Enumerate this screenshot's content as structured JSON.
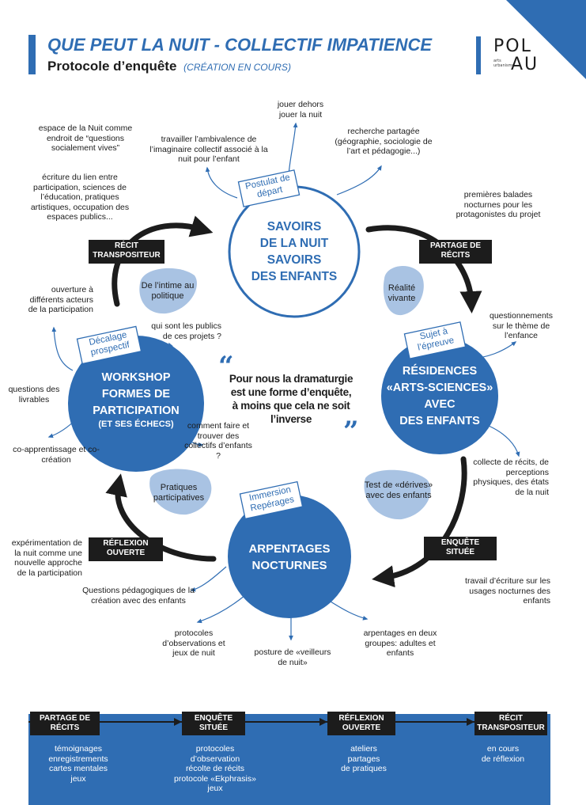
{
  "header": {
    "title": "QUE PEUT LA NUIT - COLLECTIF IMPATIENCE",
    "subtitle": "Protocole d’enquête",
    "subtitle_tag": "(CRÉATION EN COURS)",
    "logo_text": "POLAU",
    "logo_top": "POL",
    "logo_bottom": "AU",
    "logo_small": "arts urbanisme"
  },
  "colors": {
    "accent": "#2f6db3",
    "dark": "#1c1c1c",
    "blob": "#a9c3e3",
    "footer": "#2f6db3"
  },
  "nodes": {
    "top": {
      "title": [
        "SAVOIRS",
        "DE LA NUIT",
        "SAVOIRS",
        "DES ENFANTS"
      ],
      "caption": "Postulat de départ"
    },
    "right": {
      "title": [
        "RÉSIDENCES",
        "«ARTS-SCIENCES»",
        "AVEC",
        "DES ENFANTS"
      ],
      "caption": "Sujet à l’épreuve"
    },
    "bottom": {
      "title": [
        "ARPENTAGES",
        "NOCTURNES"
      ],
      "caption": "Immersion Repérages"
    },
    "left": {
      "title": [
        "WORKSHOP",
        "FORMES DE",
        "PARTICIPATION"
      ],
      "title_small": "(ET SES ÉCHECS)",
      "caption": "Décalage prospectif"
    }
  },
  "transitions": {
    "partage": "PARTAGE DE RÉCITS",
    "enquete": "ENQUÊTE SITUÉE",
    "reflexion": "RÉFLEXION OUVERTE",
    "recit": "RÉCIT TRANSPOSITEUR"
  },
  "blobs": {
    "realite": "Réalité vivante",
    "intime": "De l’intime au politique",
    "derives": "Test de «dérives» avec des enfants",
    "pratiques": "Pratiques participatives"
  },
  "quote": "Pour nous la dramaturgie est une forme d’enquête, à moins que cela ne soit l’inverse",
  "annotations": {
    "jouer": "jouer dehors jouer la nuit",
    "recherche": "recherche partagée (géographie, sociologie de l’art et pédagogie...)",
    "travailler": "travailler l’ambivalence de l’imaginaire collectif associé à la nuit pour l’enfant",
    "espace": "espace de la Nuit comme endroit de “questions socialement vives”",
    "ecriture_lien": "écriture du lien entre participation, sciences de l’éducation, pratiques artistiques, occupation des espaces publics...",
    "premieres": "premières balades nocturnes pour les protagonistes du projet",
    "questionnements": "questionnements sur le thème de l’enfance",
    "collecte": "collecte de récits, de perceptions physiques, des états de la nuit",
    "travail": "travail d’écriture sur les usages nocturnes des enfants",
    "arpentages": "arpentages en deux groupes: adultes et enfants",
    "posture": "posture de «veilleurs de nuit»",
    "protocoles": "protocoles d’observations et jeux de nuit",
    "questions_ped": "Questions pédagogiques de la création avec des enfants",
    "experimentation": "expérimentation de la nuit comme une nouvelle approche de la participation",
    "coapp": "co-apprentissage et co-création",
    "livrables": "questions des livrables",
    "ouverture": "ouverture à différents acteurs de la participation",
    "publics": "qui sont les publics de ces projets ?",
    "comment": "comment faire et trouver des collectifs d’enfants ?"
  },
  "footer": {
    "steps": [
      {
        "label": "PARTAGE DE RÉCITS",
        "items": [
          "témoignages",
          "enregistrements",
          "cartes mentales",
          "jeux"
        ]
      },
      {
        "label": "ENQUÊTE SITUÉE",
        "items": [
          "protocoles",
          "d’observation",
          "récolte de récits",
          "protocole «Ekphrasis»",
          "jeux"
        ]
      },
      {
        "label": "RÉFLEXION OUVERTE",
        "items": [
          "ateliers",
          "partages",
          "de pratiques"
        ]
      },
      {
        "label": "RÉCIT TRANSPOSITEUR",
        "items": [
          "en cours",
          "de réflexion"
        ]
      }
    ]
  }
}
